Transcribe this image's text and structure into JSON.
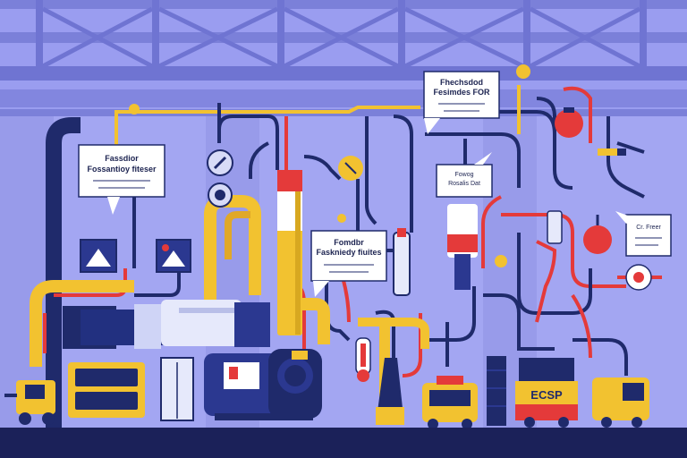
{
  "scene": {
    "palette": {
      "background": "#9a9df0",
      "girder": "#7b80d9",
      "pipe_navy": "#1f2a6b",
      "pipe_yellow": "#f2c230",
      "pipe_red": "#e43a3a",
      "floor": "#1b2159"
    }
  },
  "callouts": [
    {
      "id": "callout-left",
      "title": "Fassdior",
      "subtitle": "Fossantioy fiteser"
    },
    {
      "id": "callout-top",
      "title": "Fhechsdod",
      "subtitle": "Fesimdes FOR"
    },
    {
      "id": "callout-center",
      "title": "Fomdbr",
      "subtitle": "Faskniedy fiuites"
    },
    {
      "id": "callout-mid-right",
      "title": "Fowog",
      "subtitle": "Rosalis Dat"
    },
    {
      "id": "callout-right",
      "title": "Cr. Freer",
      "subtitle": ""
    }
  ],
  "truck_label": "ECSP"
}
